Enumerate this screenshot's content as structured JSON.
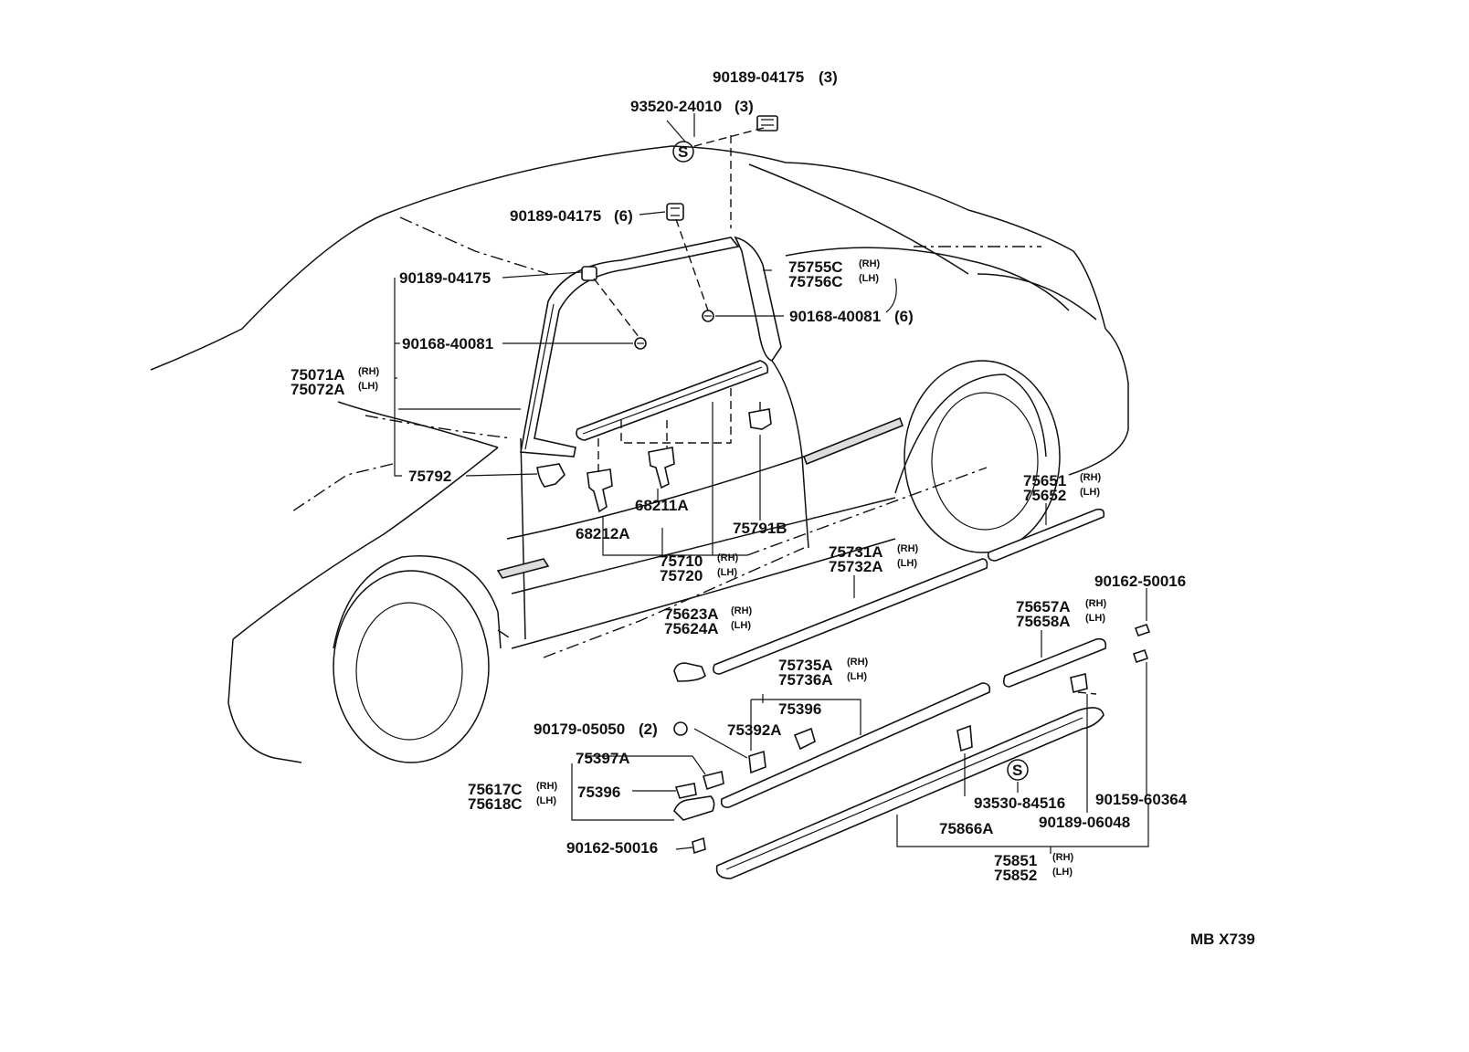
{
  "diagram_code": "MB X739",
  "labels": {
    "p9018904175_3": "90189-04175",
    "q9018904175_3": "(3)",
    "p9352024010": "93520-24010",
    "q9352024010": "(3)",
    "p9018904175_6": "90189-04175",
    "q9018904175_6": "(6)",
    "p9018904175": "90189-04175",
    "p75755C": "75755C",
    "s75755C": "(RH)",
    "p75756C": "75756C",
    "s75756C": "(LH)",
    "p9016840081_6": "90168-40081",
    "q9016840081_6": "(6)",
    "p9016840081": "90168-40081",
    "p75071A": "75071A",
    "s75071A": "(RH)",
    "p75072A": "75072A",
    "s75072A": "(LH)",
    "p75792": "75792",
    "p68211A": "68211A",
    "p68212A": "68212A",
    "p75791B": "75791B",
    "p75710": "75710",
    "s75710": "(RH)",
    "p75720": "75720",
    "s75720": "(LH)",
    "p75651": "75651",
    "s75651": "(RH)",
    "p75652": "75652",
    "s75652": "(LH)",
    "p75731A": "75731A",
    "s75731A": "(RH)",
    "p75732A": "75732A",
    "s75732A": "(LH)",
    "p9016250016a": "90162-50016",
    "p75657A": "75657A",
    "s75657A": "(RH)",
    "p75658A": "75658A",
    "s75658A": "(LH)",
    "p75623A": "75623A",
    "s75623A": "(RH)",
    "p75624A": "75624A",
    "s75624A": "(LH)",
    "p75735A": "75735A",
    "s75735A": "(RH)",
    "p75736A": "75736A",
    "s75736A": "(LH)",
    "p75396a": "75396",
    "p9017905050": "90179-05050",
    "q9017905050": "(2)",
    "p75392A": "75392A",
    "p75397A": "75397A",
    "p75617C": "75617C",
    "s75617C": "(RH)",
    "p75618C": "75618C",
    "s75618C": "(LH)",
    "p75396b": "75396",
    "p9016250016b": "90162-50016",
    "p9353084516": "93530-84516",
    "p9015960364": "90159-60364",
    "p75866A": "75866A",
    "p9018906048": "90189-06048",
    "p75851": "75851",
    "s75851": "(RH)",
    "p75852": "75852",
    "s75852": "(LH)",
    "seal_mark_1": "S",
    "seal_mark_2": "S"
  }
}
